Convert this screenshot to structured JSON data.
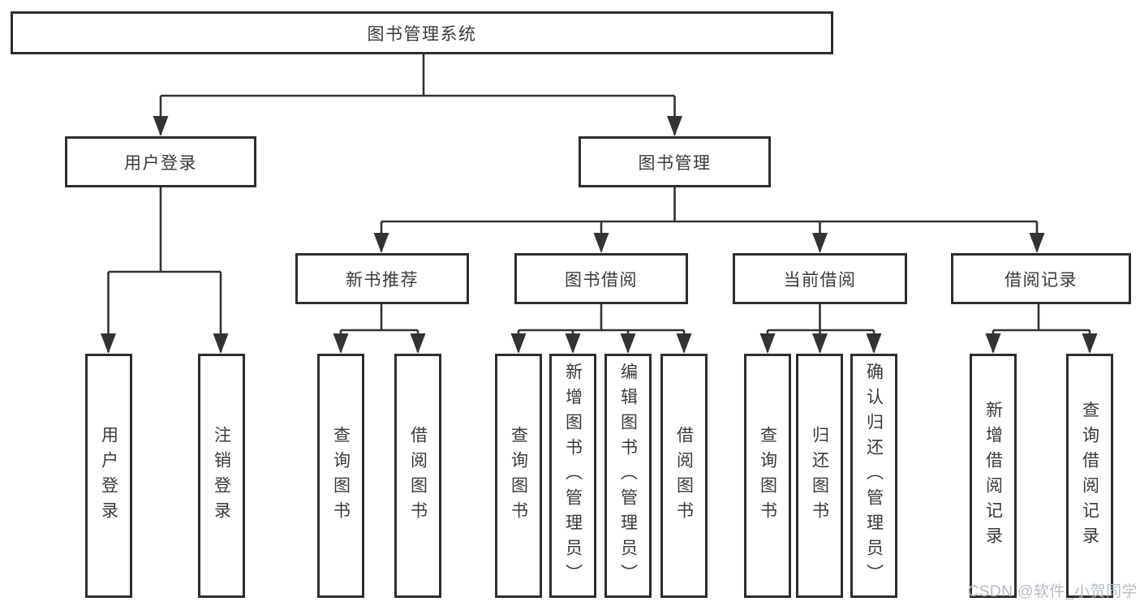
{
  "nodes": {
    "root": {
      "label": "图书管理系统"
    },
    "level2": [
      {
        "label": "用户登录"
      },
      {
        "label": "图书管理"
      }
    ],
    "level3": [
      {
        "label": "新书推荐"
      },
      {
        "label": "图书借阅"
      },
      {
        "label": "当前借阅"
      },
      {
        "label": "借阅记录"
      }
    ],
    "leaves": [
      {
        "label": "用户登录"
      },
      {
        "label": "注销登录"
      },
      {
        "label": "查询图书"
      },
      {
        "label": "借阅图书"
      },
      {
        "label": "查询图书"
      },
      {
        "label": "新增图书（管理员）"
      },
      {
        "label": "编辑图书（管理员）"
      },
      {
        "label": "借阅图书"
      },
      {
        "label": "查询图书"
      },
      {
        "label": "归还图书"
      },
      {
        "label": "确认归还（管理员）"
      },
      {
        "label": "新增借阅记录"
      },
      {
        "label": "查询借阅记录"
      }
    ]
  },
  "hierarchy": {
    "图书管理系统": [
      "用户登录",
      "图书管理"
    ],
    "用户登录": [
      "用户登录",
      "注销登录"
    ],
    "图书管理": [
      "新书推荐",
      "图书借阅",
      "当前借阅",
      "借阅记录"
    ],
    "新书推荐": [
      "查询图书",
      "借阅图书"
    ],
    "图书借阅": [
      "查询图书",
      "新增图书（管理员）",
      "编辑图书（管理员）",
      "借阅图书"
    ],
    "当前借阅": [
      "查询图书",
      "归还图书",
      "确认归还（管理员）"
    ],
    "借阅记录": [
      "新增借阅记录",
      "查询借阅记录"
    ]
  },
  "watermark": "CSDN @软件_小贺同学",
  "colors": {
    "line": "#333333",
    "box_border": "#2e2e2e",
    "box_fill": "#ffffff",
    "text": "#3a3a3a",
    "background": "#ffffff",
    "watermark": "#b2b8c0"
  }
}
